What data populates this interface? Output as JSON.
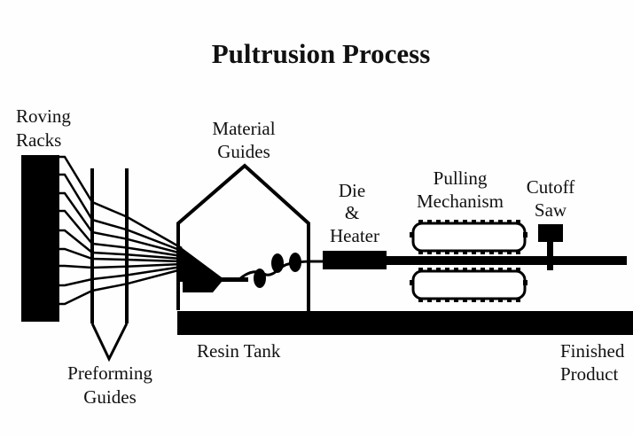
{
  "title": "Pultrusion Process",
  "labels": {
    "roving_racks": [
      "Roving",
      "Racks"
    ],
    "material_guides": [
      "Material",
      "Guides"
    ],
    "die_heater": [
      "Die",
      "&",
      "Heater"
    ],
    "pulling_mechanism": [
      "Pulling",
      "Mechanism"
    ],
    "cutoff_saw": [
      "Cutoff",
      "Saw"
    ],
    "preforming_guides": [
      "Preforming",
      "Guides"
    ],
    "resin_tank": "Resin Tank",
    "finished_product": [
      "Finished",
      "Product"
    ]
  },
  "colors": {
    "ink": "#000000",
    "background": "#fefefe"
  }
}
